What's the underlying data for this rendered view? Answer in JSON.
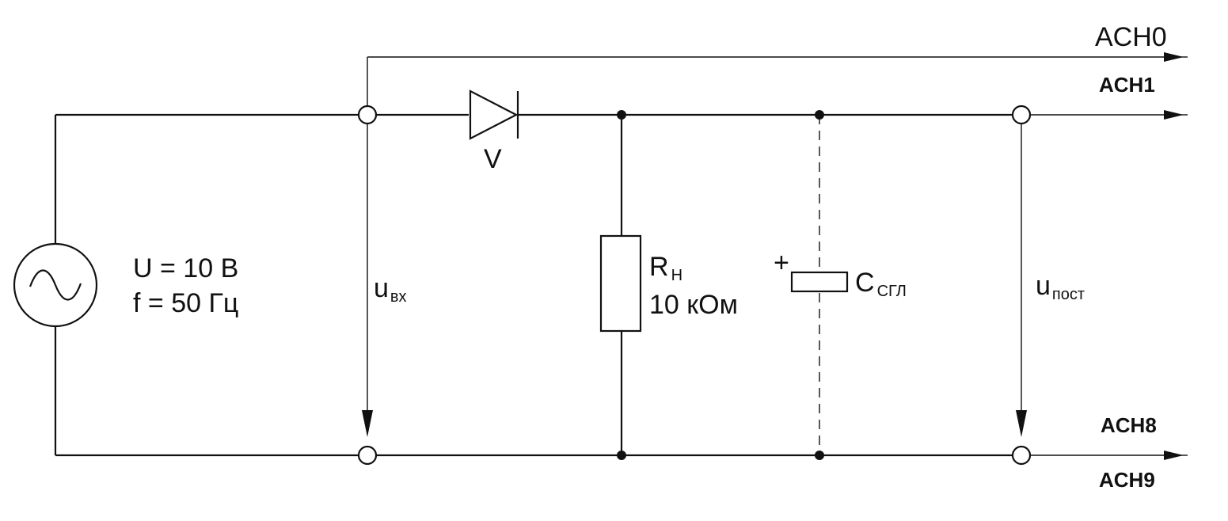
{
  "source": {
    "voltage": "U = 10 В",
    "frequency": "f = 50 Гц"
  },
  "diode": {
    "label": "V"
  },
  "resistor": {
    "symbol": "R",
    "subscript": "Н",
    "value": "10 кОм"
  },
  "capacitor": {
    "polarity": "+",
    "symbol": "C",
    "subscript": "СГЛ"
  },
  "voltages": {
    "input": {
      "symbol": "u",
      "subscript": "вх"
    },
    "output": {
      "symbol": "u",
      "subscript": "пост"
    }
  },
  "channels": {
    "ch0": "ACH0",
    "ch1": "ACH1",
    "ch8": "ACH8",
    "ch9": "ACH9"
  }
}
